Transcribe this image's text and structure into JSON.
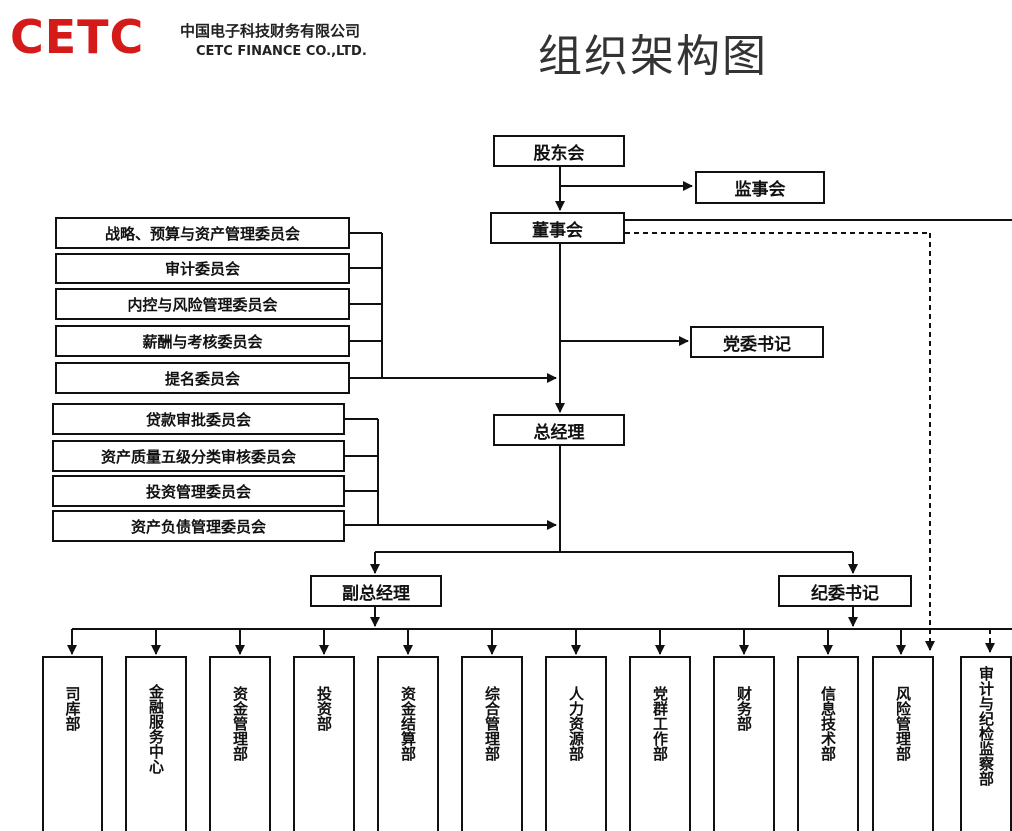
{
  "header": {
    "logo_text": "CETC",
    "company_cn": "中国电子科技财务有限公司",
    "company_en": "CETC FINANCE CO.,LTD.",
    "title": "组织架构图"
  },
  "org": {
    "shareholders": "股东会",
    "supervisors": "监事会",
    "board": "董事会",
    "party_secretary": "党委书记",
    "general_manager": "总经理",
    "deputy_gm": "副总经理",
    "discipline_secretary": "纪委书记",
    "board_committees": [
      "战略、预算与资产管理委员会",
      "审计委员会",
      "内控与风险管理委员会",
      "薪酬与考核委员会",
      "提名委员会"
    ],
    "gm_committees": [
      "贷款审批委员会",
      "资产质量五级分类审核委员会",
      "投资管理委员会",
      "资产负债管理委员会"
    ],
    "departments": [
      "司库部",
      "金融服务中心",
      "资金管理部",
      "投资部",
      "资金结算部",
      "综合管理部",
      "人力资源部",
      "党群工作部",
      "财务部",
      "信息技术部",
      "风险管理部",
      "审计与纪检监察部"
    ]
  }
}
